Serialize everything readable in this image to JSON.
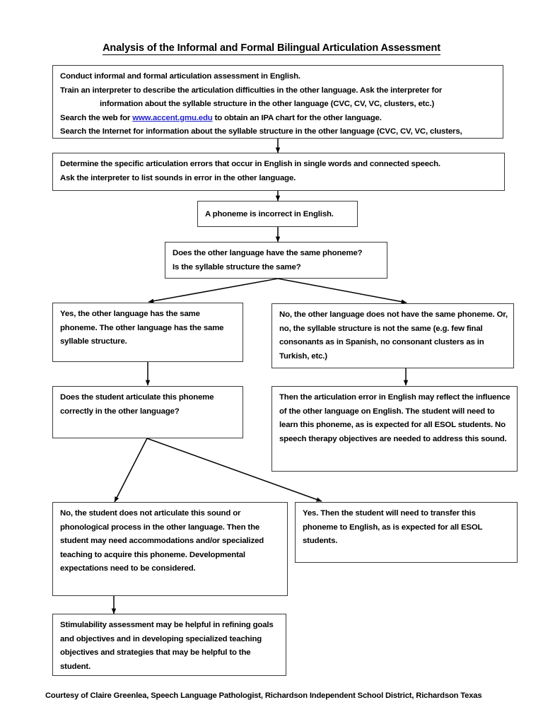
{
  "document": {
    "title": "Analysis of the Informal and Formal Bilingual Articulation Assessment",
    "footer": "Courtesy of Claire Greenlea, Speech Language Pathologist, Richardson Independent School  District, Richardson Texas"
  },
  "chart_data": {
    "type": "diagram",
    "diagram_kind": "flowchart",
    "title": "Analysis of the Informal and Formal Bilingual Articulation Assessment",
    "nodes": [
      {
        "id": "n1",
        "label": "Conduct informal and formal articulation assessment in English. Train an interpreter to describe the articulation difficulties in the other language.  Ask the interpreter for information about the syllable structure in the other language (CVC, CV, VC, clusters, etc.) Search the web for www.accent.gmu.edu to obtain an IPA chart for the other language. Search the Internet for information about the syllable structure in the other language (CVC, CV, VC, clusters,"
      },
      {
        "id": "n2",
        "label": "Determine the specific articulation errors that occur in English in single words and connected speech.  Ask the interpreter to list sounds in error in the other language."
      },
      {
        "id": "n3",
        "label": "A phoneme is incorrect in English."
      },
      {
        "id": "n4",
        "label": "Does the other language have the same phoneme? Is the syllable structure the same?"
      },
      {
        "id": "n5",
        "label": "Yes, the other language has the same phoneme.  The other language has the same syllable structure."
      },
      {
        "id": "n6",
        "label": "No, the other language does not have the same phoneme.  Or, no, the syllable structure is not the same (e.g. few final consonants as in Spanish, no consonant clusters as in Turkish, etc.)"
      },
      {
        "id": "n7",
        "label": "Does the student articulate this phoneme correctly in the other language?"
      },
      {
        "id": "n8",
        "label": "Then the articulation error in English may reflect the influence of the other language on English.  The student will need to learn this phoneme, as is expected for all ESOL students.  No speech therapy objectives are needed to address this sound."
      },
      {
        "id": "n9",
        "label": "No, the student does not articulate this sound or phonological process in the other language.  Then the student may need accommodations and/or specialized teaching to acquire this phoneme.  Developmental expectations need to be considered."
      },
      {
        "id": "n10",
        "label": "Yes.  Then the student will need to transfer this phoneme to English, as is expected for all ESOL students."
      },
      {
        "id": "n11",
        "label": "Stimulability assessment may be helpful in refining goals and objectives and in developing specialized teaching objectives and strategies that may be helpful to the student."
      }
    ],
    "edges": [
      {
        "from": "n1",
        "to": "n2",
        "style": "vertical-arrow"
      },
      {
        "from": "n2",
        "to": "n3",
        "style": "vertical-arrow"
      },
      {
        "from": "n3",
        "to": "n4",
        "style": "vertical-arrow"
      },
      {
        "from": "n4",
        "to": "n5",
        "style": "diagonal-arrow-left"
      },
      {
        "from": "n4",
        "to": "n6",
        "style": "diagonal-arrow-right"
      },
      {
        "from": "n5",
        "to": "n7",
        "style": "vertical-arrow"
      },
      {
        "from": "n6",
        "to": "n8",
        "style": "vertical-arrow"
      },
      {
        "from": "n7",
        "to": "n9",
        "style": "diagonal-arrow-left"
      },
      {
        "from": "n7",
        "to": "n10",
        "style": "diagonal-arrow-right"
      },
      {
        "from": "n9",
        "to": "n11",
        "style": "vertical-arrow"
      }
    ]
  },
  "boxes": {
    "box1": {
      "line1": "Conduct informal and formal articulation assessment in English.",
      "line2": "Train an interpreter to describe the articulation difficulties in the other language.  Ask the interpreter for",
      "line3": "information about the syllable structure in the other language (CVC, CV, VC, clusters, etc.)",
      "line4_pre": "Search the web for ",
      "line4_link": "www.accent.gmu.edu",
      "line4_post": " to obtain an IPA chart for the other language.",
      "line5": "Search the Internet for information about the syllable structure in the other language (CVC, CV, VC, clusters,",
      "line6": "."
    },
    "box2": {
      "line1": "Determine the specific articulation errors that occur in English in single words and connected speech.",
      "line2": " Ask the interpreter to list sounds in error in the other language."
    },
    "box3": {
      "line1": "A phoneme is incorrect in English."
    },
    "box4": {
      "line1": "Does the other language have the same phoneme?",
      "line2": "Is the syllable structure the same?"
    },
    "box5": {
      "text": "Yes, the other language has the same phoneme.  The other language has the same syllable structure."
    },
    "box6": {
      "text": "No, the other language does not have the same phoneme.  Or, no, the syllable structure is not the same (e.g. few final consonants as in Spanish, no consonant clusters as in Turkish, etc.)"
    },
    "box7": {
      "text": "Does the student articulate this phoneme correctly in the other language?"
    },
    "box8": {
      "text": "Then the articulation error in English may reflect the influence of the other language on English.  The student will need to learn this phoneme, as is expected for all ESOL students.  No speech therapy objectives are needed to address this sound."
    },
    "box9": {
      "text": "No, the student does not articulate this sound or phonological process in the other language.  Then the student may need accommodations and/or specialized teaching to acquire this phoneme.  Developmental expectations need to be considered."
    },
    "box10": {
      "text": "Yes.  Then the student will need to transfer this phoneme to English, as is expected for all ESOL students."
    },
    "box11": {
      "text": "Stimulability assessment may be helpful in refining goals and objectives and in developing specialized teaching objectives and strategies that may be helpful to the student."
    }
  },
  "colors": {
    "link": "#2222cc",
    "border": "#3a3a3a",
    "text": "#000000",
    "background": "#ffffff"
  }
}
